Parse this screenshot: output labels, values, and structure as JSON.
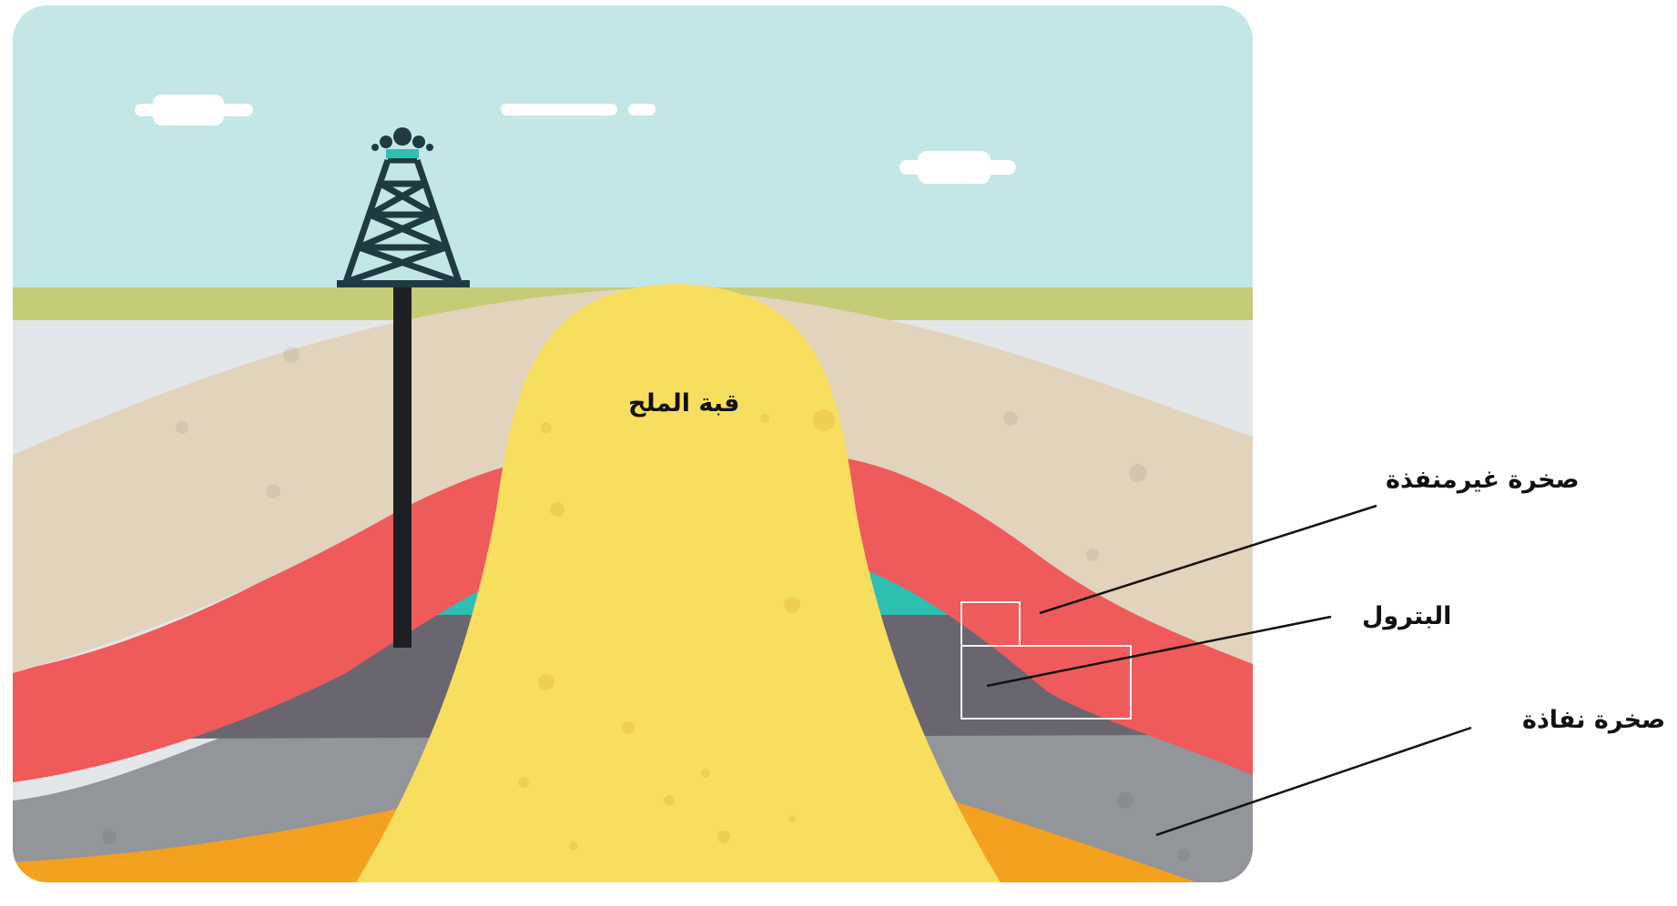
{
  "diagram": {
    "labels": {
      "salt_dome": "قبة الملح",
      "impermeable_rock": "صخرة غيرمنفذة",
      "petroleum": "البترول",
      "permeable_rock": "صخرة نفاذة"
    },
    "colors": {
      "sky": "#c3e6e6",
      "grass": "#c5cc76",
      "pale_layer": "#e4e7ea",
      "sand_layer": "#e2d3bd",
      "impermeable_rock": "#ef5a5a",
      "petroleum_dark": "#6a6670",
      "gas_cap": "#2ebfb3",
      "permeable_rock": "#929599",
      "deep_layer": "#f4a11f",
      "salt_dome": "#f8de5f",
      "derrick": "#1f3a40"
    }
  }
}
